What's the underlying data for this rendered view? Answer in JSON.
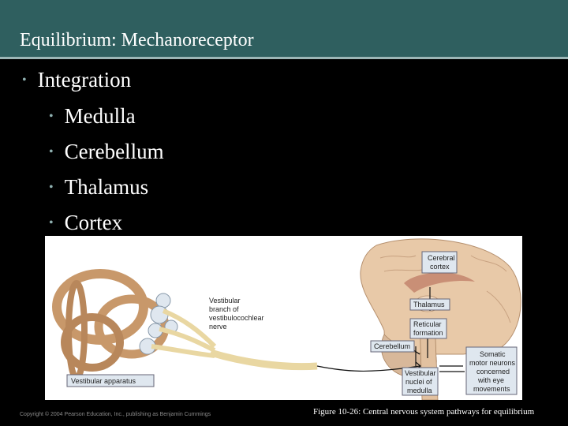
{
  "slide": {
    "title": "Equilibrium: Mechanoreceptor",
    "bullets": [
      {
        "text": "Integration",
        "level": 1
      },
      {
        "text": "Medulla",
        "level": 2
      },
      {
        "text": "Cerebellum",
        "level": 2
      },
      {
        "text": "Thalamus",
        "level": 2
      },
      {
        "text": "Cortex",
        "level": 2
      }
    ],
    "copyright": "Copyright © 2004 Pearson Education, Inc., publishing as Benjamin Cummings",
    "figure_caption": "Figure 10-26: Central nervous system pathways for equilibrium"
  },
  "figure": {
    "labels": {
      "vestibular_branch": [
        "Vestibular",
        "branch of",
        "vestibulocochlear",
        "nerve"
      ],
      "vestibular_apparatus": "Vestibular apparatus",
      "cerebral_cortex": [
        "Cerebral",
        "cortex"
      ],
      "thalamus": "Thalamus",
      "reticular_formation": [
        "Reticular",
        "formation"
      ],
      "cerebellum": "Cerebellum",
      "vestibular_nuclei": [
        "Vestibular",
        "nuclei of",
        "medulla"
      ],
      "somatic_motor_neurons": [
        "Somatic",
        "motor neurons",
        "concerned",
        "with eye",
        "movements"
      ]
    }
  },
  "colors": {
    "title_bar": "#2f5f5f",
    "background": "#000000",
    "bullet_dot": "#8fb0b0",
    "brain": "#e8c9a8",
    "nerve": "#e9d7a2",
    "label_box": "#dfe7ef"
  }
}
